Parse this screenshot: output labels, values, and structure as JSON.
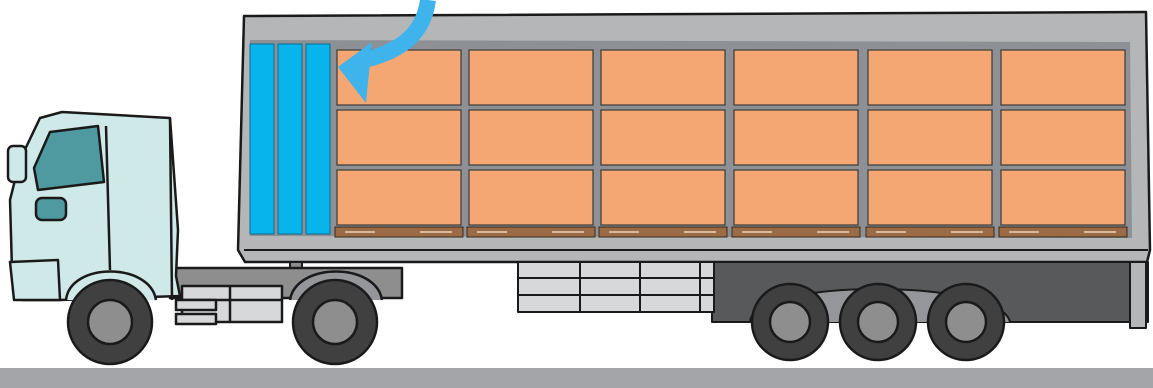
{
  "scene": {
    "subject": "truck-with-loaded-trailer",
    "colors": {
      "background": "#ffffff",
      "road": "#a3a5a8",
      "trailer_body": "#b4b6b8",
      "trailer_interior": "#8d9196",
      "trailer_lower": "#949699",
      "cargo_box": "#f4a772",
      "pallet": "#9a6b45",
      "ice_panel": "#08b4ec",
      "airflow_arrow": "#3fb3ec",
      "cab": "#cfe9e8",
      "cab_window": "#4f9aa0",
      "tire": "#404040",
      "wheel_hub": "#8e8e8e",
      "outline": "#1a1a1a"
    },
    "cargo": {
      "columns": 6,
      "rows": 3,
      "pallets": 6
    },
    "ice_panels": 3,
    "axles": {
      "tractor": 2,
      "trailer": 3
    },
    "icons": [
      "airflow-arrow-icon",
      "side-mirror-icon"
    ]
  }
}
